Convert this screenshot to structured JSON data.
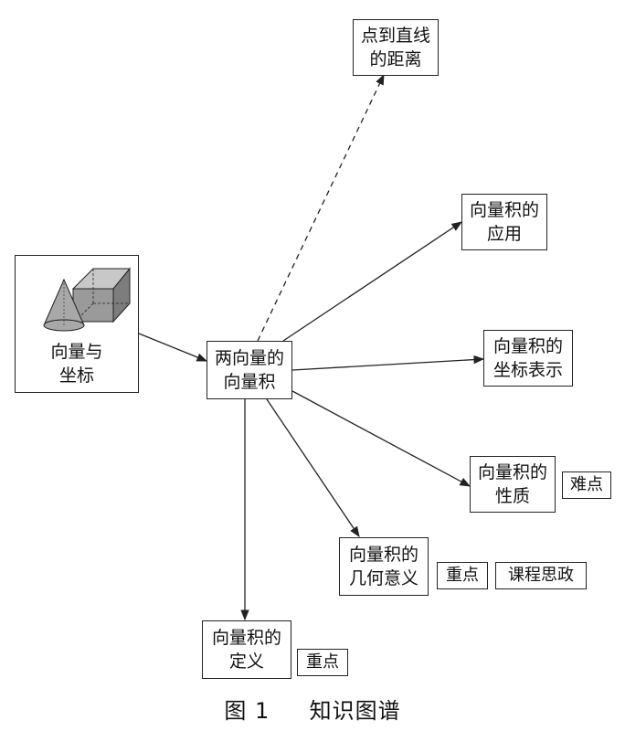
{
  "diagram": {
    "source": {
      "lines": [
        "向量与",
        "坐标"
      ],
      "illustration": "cube-and-cone"
    },
    "center": {
      "lines": [
        "两向量的",
        "向量积"
      ]
    },
    "nodes": {
      "distance": {
        "lines": [
          "点到直线",
          "的距离"
        ]
      },
      "application": {
        "lines": [
          "向量积的",
          "应用"
        ]
      },
      "coordinate": {
        "lines": [
          "向量积的",
          "坐标表示"
        ]
      },
      "property": {
        "lines": [
          "向量积的",
          "性质"
        ]
      },
      "geometric": {
        "lines": [
          "向量积的",
          "几何意义"
        ]
      },
      "definition": {
        "lines": [
          "向量积的",
          "定义"
        ]
      }
    },
    "tags": {
      "property_difficulty": "难点",
      "geometric_key": "重点",
      "geometric_ideology": "课程思政",
      "definition_key": "重点"
    },
    "caption": {
      "number": "图 1",
      "title": "知识图谱"
    }
  }
}
